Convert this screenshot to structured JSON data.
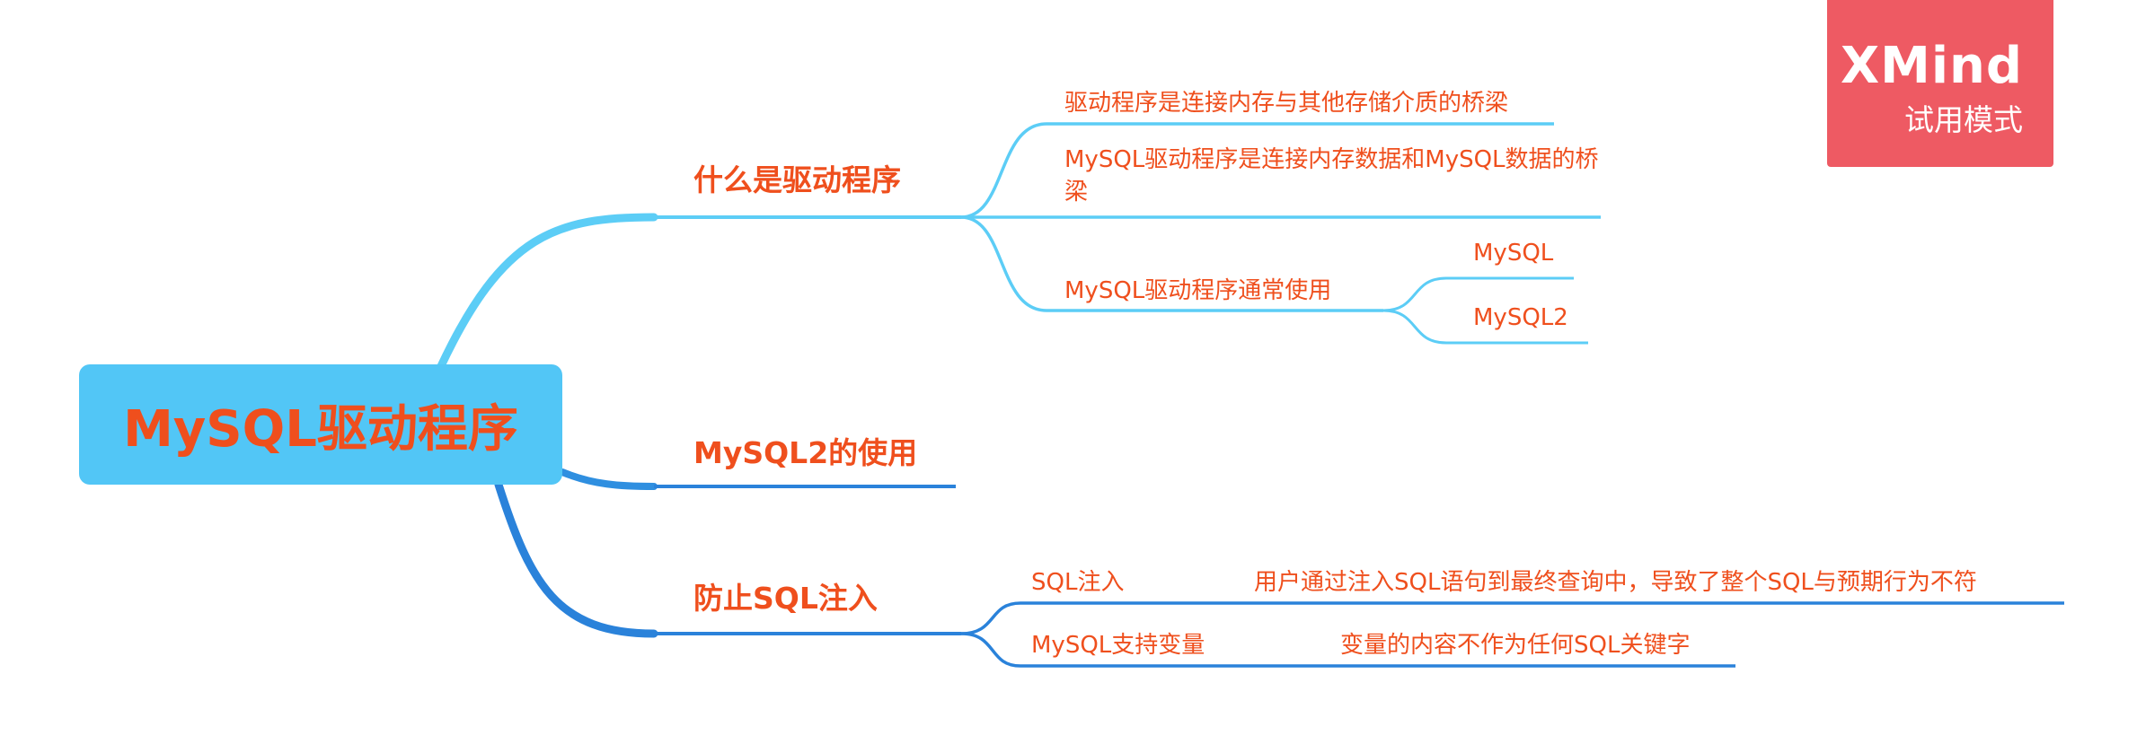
{
  "watermark": {
    "brand": "XMind",
    "mode": "试用模式"
  },
  "colors": {
    "text": "#ef4f1d",
    "root_fill": "#52c6f6",
    "branch_light": "#5ccdf6",
    "branch_dark": "#2a82da",
    "badge": "#ee5a63"
  },
  "root": {
    "label": "MySQL驱动程序"
  },
  "branches": [
    {
      "label": "什么是驱动程序",
      "children": [
        {
          "label": "驱动程序是连接内存与其他存储介质的桥梁"
        },
        {
          "label": "MySQL驱动程序是连接内存数据和MySQL数据的桥梁"
        },
        {
          "label": "MySQL驱动程序通常使用",
          "children": [
            {
              "label": "MySQL"
            },
            {
              "label": "MySQL2"
            }
          ]
        }
      ]
    },
    {
      "label": "MySQL2的使用"
    },
    {
      "label": "防止SQL注入",
      "children": [
        {
          "label": "SQL注入",
          "children": [
            {
              "label": "用户通过注入SQL语句到最终查询中，导致了整个SQL与预期行为不符"
            }
          ]
        },
        {
          "label": "MySQL支持变量",
          "children": [
            {
              "label": "变量的内容不作为任何SQL关键字"
            }
          ]
        }
      ]
    }
  ]
}
